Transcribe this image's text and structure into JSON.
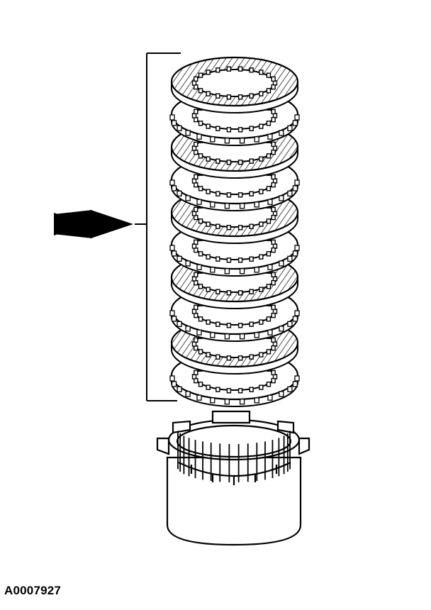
{
  "figure": {
    "id_label": "A0007927",
    "parts": [
      {
        "name": "clutch-disc",
        "kind": "friction-plate",
        "stack_order": 1
      },
      {
        "name": "clutch-disc",
        "kind": "steel-plate",
        "stack_order": 2
      },
      {
        "name": "clutch-disc",
        "kind": "friction-plate",
        "stack_order": 3
      },
      {
        "name": "clutch-disc",
        "kind": "steel-plate",
        "stack_order": 4
      },
      {
        "name": "clutch-disc",
        "kind": "friction-plate",
        "stack_order": 5
      },
      {
        "name": "clutch-disc",
        "kind": "steel-plate",
        "stack_order": 6
      },
      {
        "name": "clutch-disc",
        "kind": "friction-plate",
        "stack_order": 7
      },
      {
        "name": "clutch-disc",
        "kind": "steel-plate",
        "stack_order": 8
      },
      {
        "name": "clutch-disc",
        "kind": "friction-plate",
        "stack_order": 9
      },
      {
        "name": "clutch-disc",
        "kind": "steel-plate",
        "stack_order": 10
      }
    ],
    "colors": {
      "ink": "#000000",
      "paper": "#ffffff"
    },
    "icons": {
      "pointer": "arrow-right-icon",
      "bracket": "bracket-icon"
    }
  }
}
